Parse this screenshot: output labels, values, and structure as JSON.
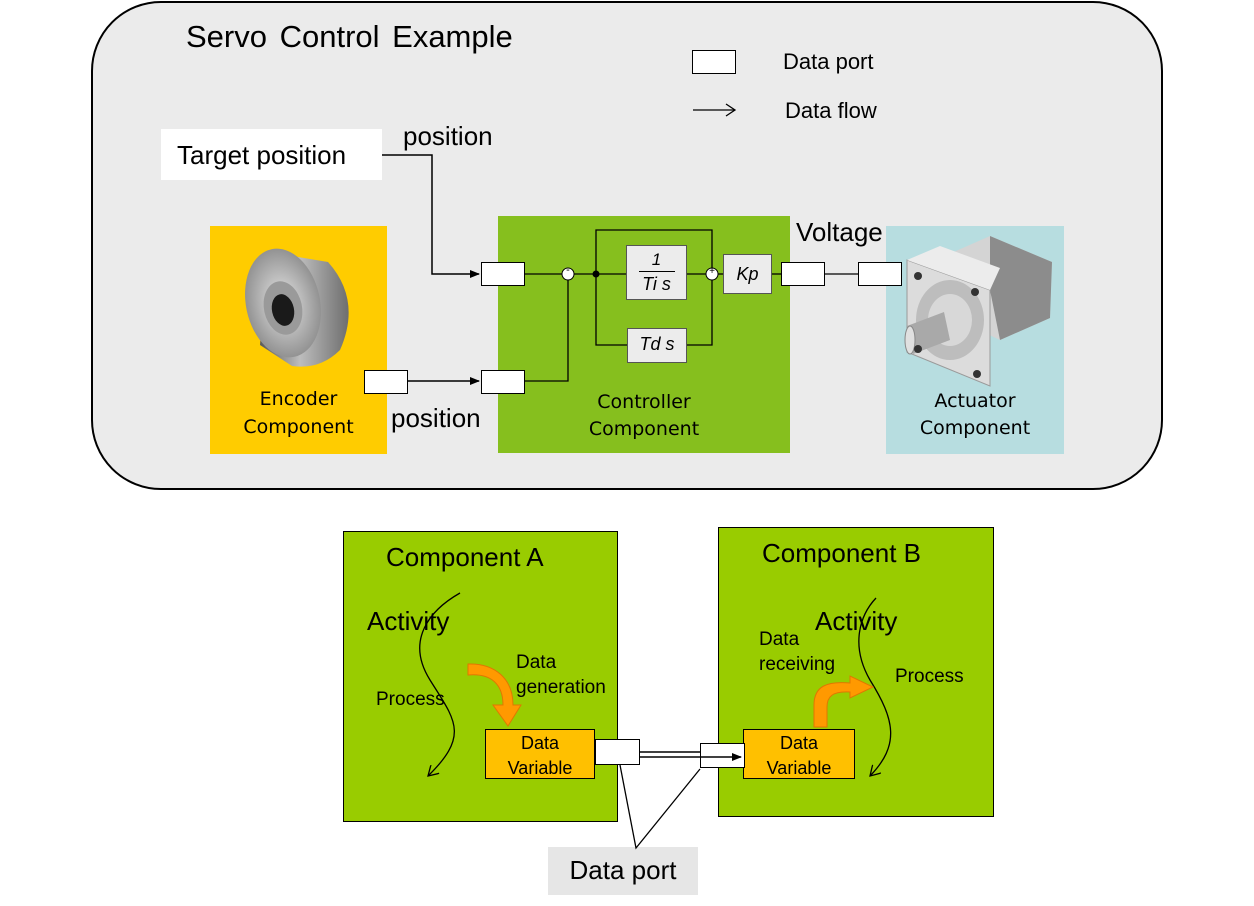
{
  "servo": {
    "title": "Servo Control Example",
    "legend": {
      "port_label": "Data port",
      "flow_label": "Data flow"
    },
    "target_position": "Target position",
    "position_top": "position",
    "position_bottom": "position",
    "voltage": "Voltage",
    "encoder": {
      "line1": "Encoder",
      "line2": "Component"
    },
    "controller": {
      "line1": "Controller",
      "line2": "Component"
    },
    "actuator": {
      "line1": "Actuator",
      "line2": "Component"
    },
    "blocks": {
      "integral_num": "1",
      "integral_den": "Ti s",
      "derivative": "Td s",
      "gain": "Kp",
      "minus_sign": "-",
      "plus_sign": "+"
    }
  },
  "model": {
    "component_a": {
      "title": "Component A",
      "activity": "Activity",
      "process": "Process",
      "data_generation_1": "Data",
      "data_generation_2": "generation",
      "variable_1": "Data",
      "variable_2": "Variable"
    },
    "component_b": {
      "title": "Component B",
      "activity": "Activity",
      "process": "Process",
      "data_receiving_1": "Data",
      "data_receiving_2": "receiving",
      "variable_1": "Data",
      "variable_2": "Variable"
    },
    "data_port_label": "Data port"
  },
  "colors": {
    "panel_bg": "#ebebeb",
    "encoder_bg": "#ffcc00",
    "controller_bg": "#86bf1e",
    "actuator_bg": "#b7dde0",
    "component_bg": "#99cc00",
    "variable_bg": "#ffc000",
    "arrow_orange": "#ff9900"
  }
}
